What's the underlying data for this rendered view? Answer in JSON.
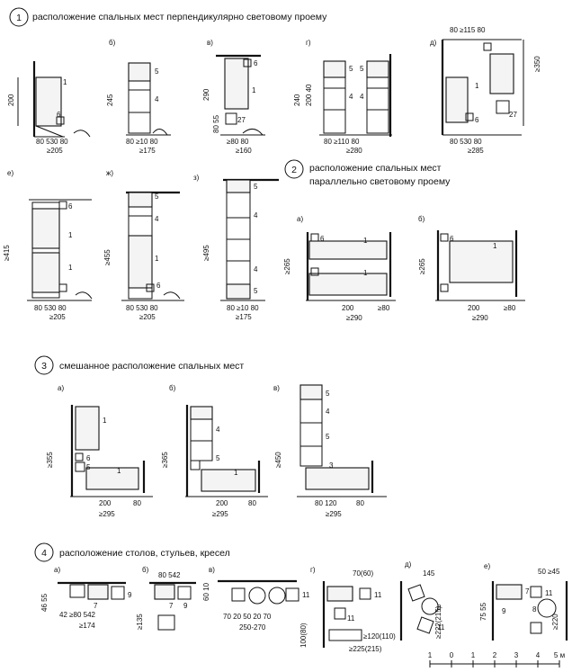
{
  "sections": [
    {
      "num": "1",
      "title": "расположение спальных мест перпендикулярно световому проему"
    },
    {
      "num": "2",
      "title_line1": "расположение спальных мест",
      "title_line2": "параллельно световому проему"
    },
    {
      "num": "3",
      "title": "смешанное расположение спальных мест"
    },
    {
      "num": "4",
      "title": "расположение столов, стульев, кресел"
    }
  ],
  "panels": {
    "a1": {
      "letter": "",
      "bottom": "80 530 80",
      "total": "≥205",
      "h": "200"
    },
    "b1": {
      "letter": "б)",
      "bottom": "80 ≥10 80",
      "total": "≥175",
      "h": "245"
    },
    "v1": {
      "letter": "в)",
      "bottom": "≥80 80",
      "total": "≥160",
      "h": "290",
      "h2": "80 55"
    },
    "g1": {
      "letter": "г)",
      "bottom": "80 ≥110 80",
      "total": "≥280",
      "h": "240",
      "h2": "200 40"
    },
    "d1": {
      "letter": "д)",
      "top": "80 ≥115 80",
      "bottom": "80 530 80",
      "total": "≥285",
      "h": "≥350"
    },
    "e1": {
      "letter": "е)",
      "bottom": "80 530 80",
      "total": "≥205",
      "h": "≥415"
    },
    "zh1": {
      "letter": "ж)",
      "bottom": "80 530 80",
      "total": "≥205",
      "h": "≥455"
    },
    "z1": {
      "letter": "з)",
      "bottom": "80 ≥10 80",
      "total": "≥175",
      "h": "≥495"
    },
    "a2": {
      "letter": "а)",
      "bottom": "200",
      "right": "≥80",
      "total": "≥290",
      "h": "≥265"
    },
    "b2": {
      "letter": "б)",
      "bottom": "200",
      "right": "≥80",
      "total": "≥290",
      "h": "≥265"
    },
    "a3": {
      "letter": "а)",
      "bottom": "200",
      "right": "80",
      "total": "≥295",
      "h": "≥355"
    },
    "b3": {
      "letter": "б)",
      "bottom": "200",
      "right": "80",
      "total": "≥295",
      "h": "≥365"
    },
    "v3": {
      "letter": "в)",
      "bottom": "80 120",
      "right": "80",
      "total": "≥295",
      "h": "≥450"
    },
    "a4": {
      "letter": "а)",
      "dims": "42 ≥80 542",
      "total": "≥174",
      "h": "46 55"
    },
    "b4": {
      "letter": "б)",
      "dims": "80 542",
      "h": "≥135"
    },
    "v4": {
      "letter": "в)",
      "dims": "70 20 50 20 70",
      "total": "250-270",
      "h": "60 10"
    },
    "g4": {
      "letter": "г)",
      "dims": "70(60)",
      "total": "≥225(215)",
      "h": "100(80)",
      "mid": "≥120(110)"
    },
    "d4": {
      "letter": "д)",
      "dims": "145",
      "total": "≥222(215)"
    },
    "e4": {
      "letter": "е)",
      "dims": "50 ≥45",
      "total": "≥220",
      "h": "75 55"
    }
  },
  "scale": {
    "ticks": [
      "1",
      "0",
      "1",
      "2",
      "3",
      "4",
      "5 м"
    ]
  },
  "numbers": {
    "n1": "1",
    "n4": "4",
    "n5": "5",
    "n6": "6",
    "n7": "7",
    "n8": "8",
    "n9": "9",
    "n11": "11",
    "n27": "27",
    "n3": "3"
  }
}
